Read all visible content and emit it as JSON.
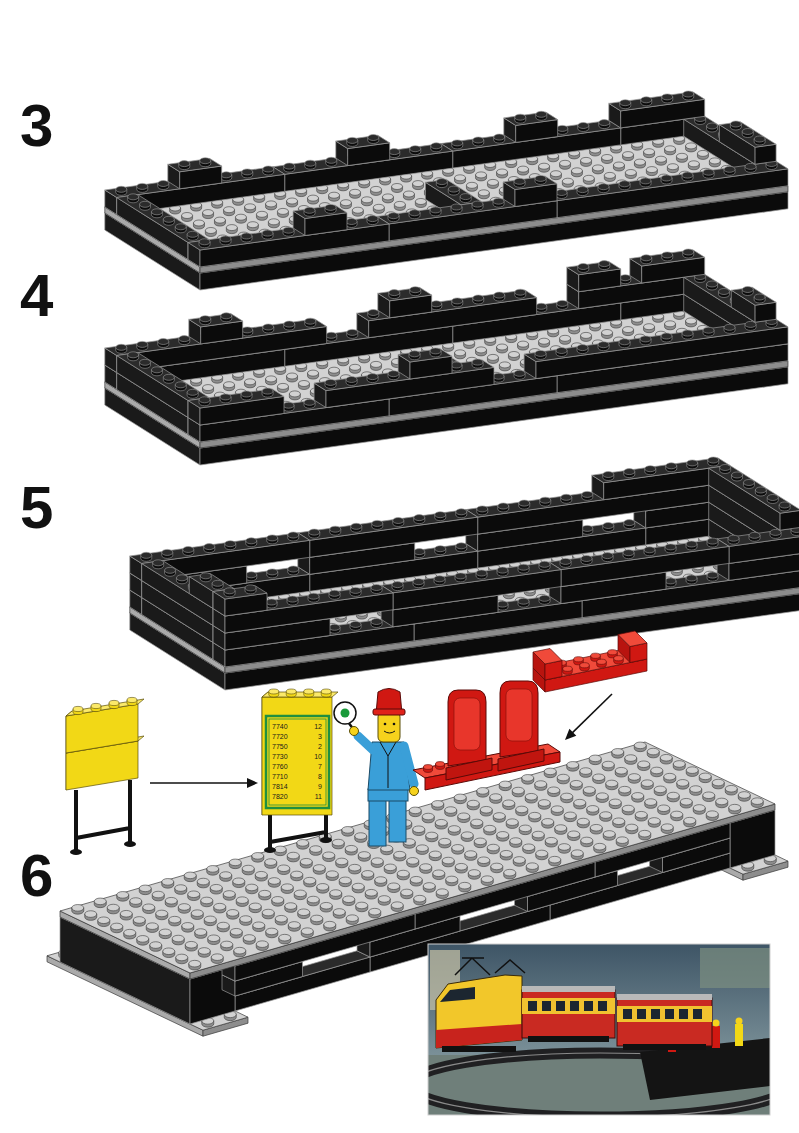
{
  "diagram": {
    "labels": [
      "3",
      "4",
      "5",
      "6",
      "7740",
      "12",
      "7720",
      "3",
      "7750",
      "2",
      "7730",
      "10",
      "7760",
      "7",
      "7710",
      "8",
      "7814",
      "9",
      "7820",
      "11"
    ]
  }
}
